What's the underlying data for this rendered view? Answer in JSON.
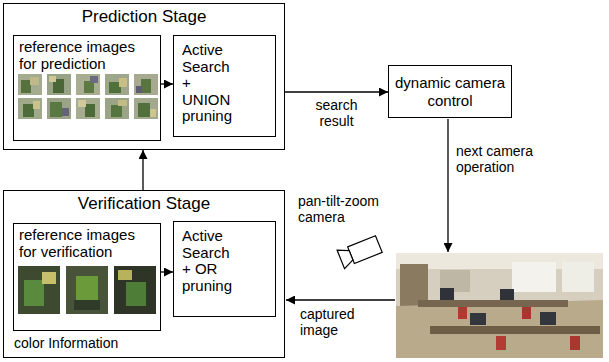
{
  "diagram": {
    "nodes": [
      {
        "text": [
          "Prediction Stage"
        ]
      },
      {
        "text": [
          "reference images for prediction"
        ],
        "in": 0
      },
      {
        "text": [
          "Active Search + UNION pruning"
        ],
        "in": 0
      },
      {
        "text": [
          "dynamic camera control"
        ]
      },
      {
        "text": [
          "Verification Stage"
        ]
      },
      {
        "text": [
          "reference images for verification"
        ],
        "in": 4
      },
      {
        "text": [
          "Active Search + OR pruning"
        ],
        "in": 4
      }
    ],
    "edges": [
      {
        "from": 1,
        "to": 2,
        "arrow": "to"
      },
      {
        "from": 0,
        "to": 3,
        "label": "search result",
        "arrow": "to"
      },
      {
        "from": 5,
        "to": 6,
        "arrow": "to"
      },
      {
        "from": 4,
        "to": 0,
        "arrow": "to"
      }
    ],
    "labels": [
      "next camera operation",
      "pan-tilt-zoom camera",
      "captured image",
      "color Information"
    ]
  }
}
